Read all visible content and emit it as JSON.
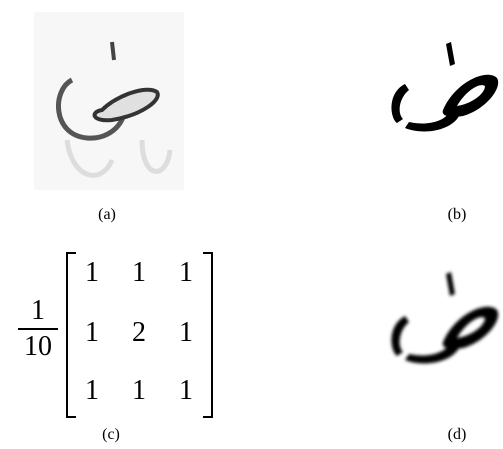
{
  "captions": {
    "a": "(a)",
    "b": "(b)",
    "c": "(c)",
    "d": "(d)"
  },
  "fraction": {
    "numerator": "1",
    "denominator": "10"
  },
  "matrix": [
    [
      "1",
      "1",
      "1"
    ],
    [
      "1",
      "2",
      "1"
    ],
    [
      "1",
      "1",
      "1"
    ]
  ]
}
